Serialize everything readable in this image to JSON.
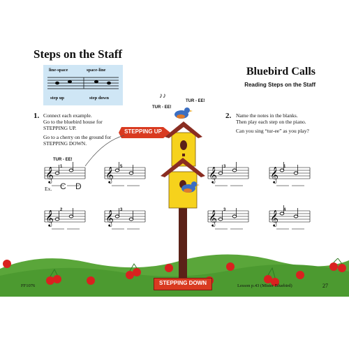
{
  "page": {
    "title": "Steps on the Staff",
    "legend": {
      "col1_label": "line-space",
      "col2_label": "space-line",
      "col1_caption": "step up",
      "col2_caption": "step down"
    },
    "bluebird": {
      "title": "Bluebird Calls",
      "subtitle": "Reading Steps on the Staff"
    },
    "section1": {
      "number": "1.",
      "line1": "Connect each example.",
      "line2": "Go to the bluebird house for",
      "line3": "STEPPING UP.",
      "line4": "Go to a cherry on the ground for",
      "line5": "STEPPING DOWN."
    },
    "section2": {
      "number": "2.",
      "line1": "Name the notes in the blanks.",
      "line2": "Then play each step on the piano.",
      "line3": "Can you sing “tur-ee” as you play?"
    },
    "bird_call_1": "TUR - EE!",
    "bird_call_2": "TUR - EE!",
    "bird_call_3": "TUR - EE!",
    "sign_up": "STEPPING UP",
    "sign_down": "STEPPING DOWN",
    "example_label": "Ex.",
    "example_answer_1": "C",
    "example_answer_2": "D",
    "finger_numbers": [
      "1",
      "5",
      "3",
      "1",
      "2",
      "3",
      "3",
      "4"
    ],
    "footer_left": "FF1076",
    "footer_right": "Lesson p.43 (Mister Bluebird)",
    "page_number": "27",
    "colors": {
      "grass": "#5aa63a",
      "cherry": "#d9211f",
      "house": "#f6d21c",
      "roof": "#8a2d22",
      "post": "#5b2118",
      "sign": "#d93a20",
      "legend_bg": "#cfe6f5",
      "bird": "#3b6ec2"
    }
  }
}
